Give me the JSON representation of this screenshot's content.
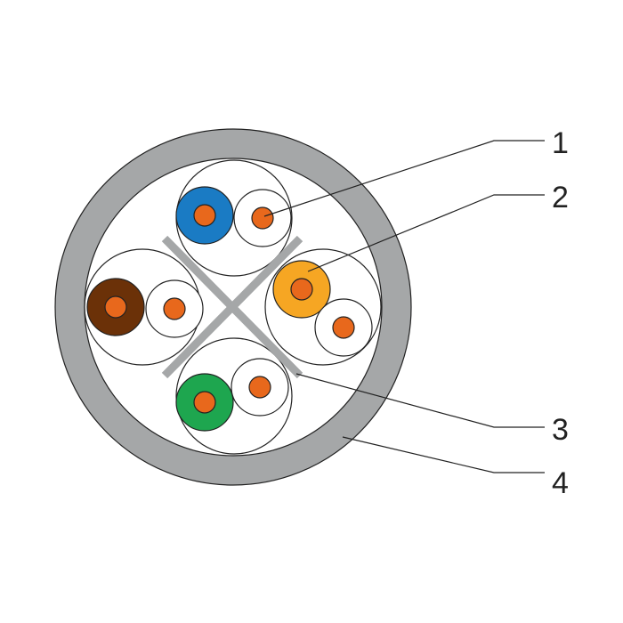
{
  "labels": [
    {
      "id": "1",
      "text": "1"
    },
    {
      "id": "2",
      "text": "2"
    },
    {
      "id": "3",
      "text": "3"
    },
    {
      "id": "4",
      "text": "4"
    }
  ],
  "colors": {
    "jacket": "#a5a7a8",
    "filler": "#a5a7a8",
    "conductor": "#e8681c",
    "pair_blue": "#1a7bc4",
    "pair_orange": "#f6a623",
    "pair_brown": "#6b3108",
    "pair_green": "#1ea64f",
    "white_insulation": "#ffffff",
    "line": "#222222"
  },
  "icons": [
    "blue-pair",
    "orange-pair",
    "brown-pair",
    "green-pair",
    "cross-filler",
    "outer-jacket"
  ]
}
